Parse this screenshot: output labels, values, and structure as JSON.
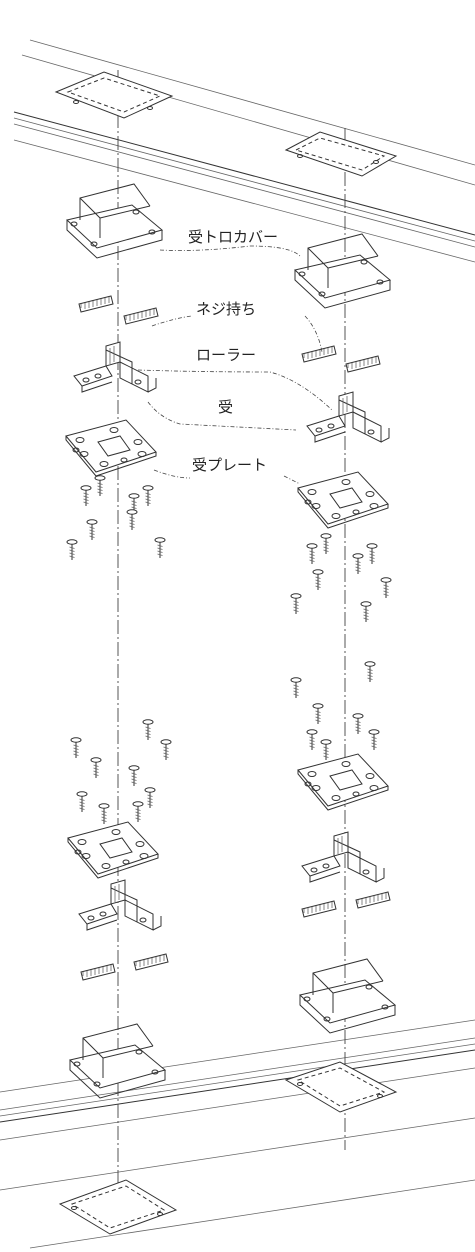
{
  "labels": {
    "tray_cover": "受トロカバー",
    "screw_holder": "ネジ持ち",
    "roller": "ローラー",
    "receiver": "受",
    "receiver_plate": "受プレート"
  }
}
